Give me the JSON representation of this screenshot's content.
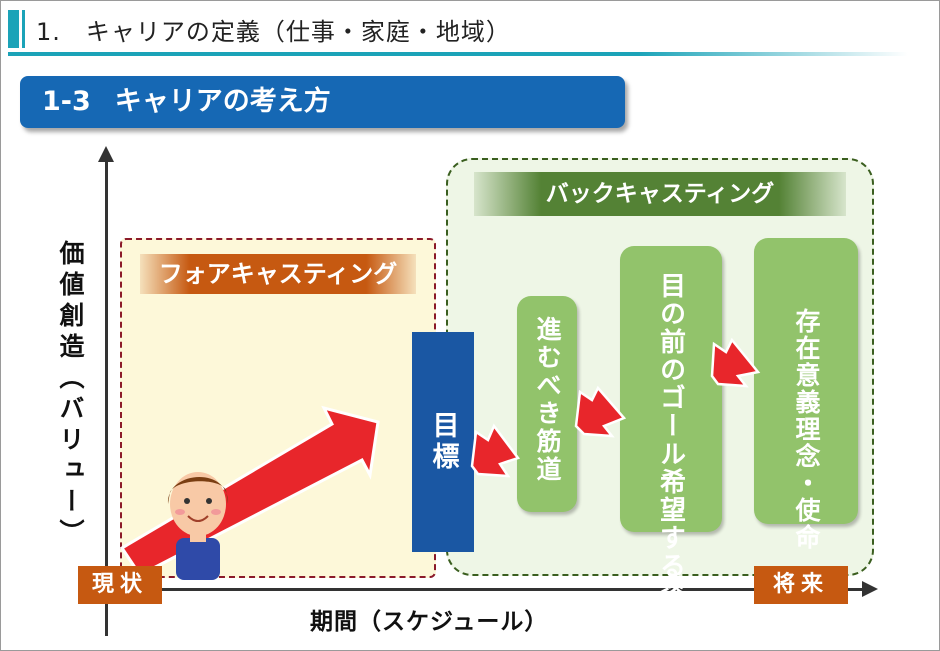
{
  "header": {
    "title": "1.　キャリアの定義（仕事・家庭・地域）"
  },
  "section": {
    "number": "1-3",
    "title": "キャリアの考え方"
  },
  "axes": {
    "y_label": "価値創造（バリュー）",
    "x_label": "期間（スケジュール）"
  },
  "forecasting": {
    "label": "フォアキャスティング"
  },
  "backcasting": {
    "label": "バックキャスティング"
  },
  "goal": {
    "label": "目標"
  },
  "pillars": {
    "path": "進むべき筋道",
    "near_goal_line1": "目の前のゴール",
    "near_goal_line2": "希望する姿",
    "purpose_line1": "存在意義",
    "purpose_line2": "理念・使命"
  },
  "time_tags": {
    "now": "現状",
    "future": "将来"
  },
  "icons": {
    "person": "person-icon",
    "arrow": "arrow-icon"
  },
  "colors": {
    "accent_teal": "#1ba3b8",
    "section_blue": "#1668b4",
    "orange": "#c65911",
    "green": "#548235",
    "pillar_green": "#92c36b",
    "goal_blue": "#1a57a3",
    "arrow_red": "#e8262b"
  }
}
